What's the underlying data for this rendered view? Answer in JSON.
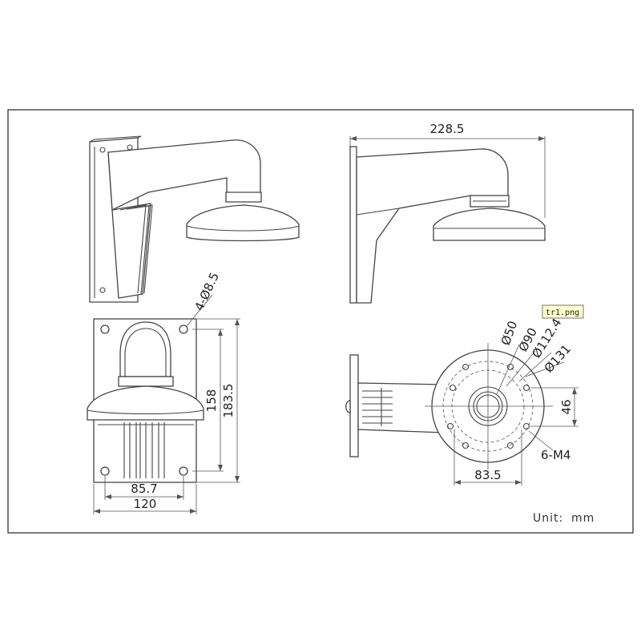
{
  "labels": {
    "width_total": "228.5",
    "hole_spec": "4-Ø8.5",
    "height_inner": "158",
    "height_outer": "183.5",
    "width_inner": "85.7",
    "width_outer": "120",
    "dia_50": "Ø50",
    "dia_90": "Ø90",
    "dia_112": "Ø112.4",
    "dia_131": "Ø131",
    "dim_46": "46",
    "thread_spec": "6-M4",
    "dim_83": "83.5",
    "unit_label": "Unit:",
    "unit_value": "mm",
    "file_tag": "tr1.png"
  },
  "colors": {
    "line": "#444444",
    "tag_fill": "#ffffcc"
  }
}
